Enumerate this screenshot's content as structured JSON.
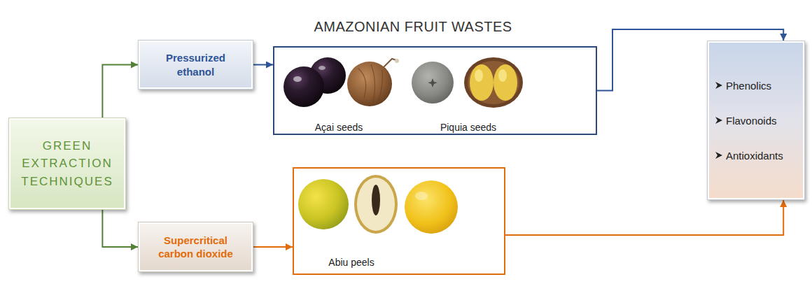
{
  "diagram": {
    "title": "AMAZONIAN FRUIT WASTES",
    "nodes": [
      {
        "text": [
          "GREEN EXTRACTION TECHNIQUES"
        ]
      },
      {
        "text": [
          "Pressurized ethanol"
        ]
      },
      {
        "text": [
          "Supercritical carbon dioxide"
        ]
      },
      {
        "text": [
          "Açai seeds",
          "Piquia seeds"
        ]
      },
      {
        "text": [
          "Abiu peels"
        ]
      },
      {
        "text": [
          "Phenolics",
          "Flavonoids",
          "Antioxidants"
        ]
      }
    ],
    "edges": [
      {
        "from": 0,
        "to": 1,
        "arrow": "to"
      },
      {
        "from": 0,
        "to": 2,
        "arrow": "to"
      },
      {
        "from": 1,
        "to": 3,
        "arrow": "to"
      },
      {
        "from": 2,
        "to": 4,
        "arrow": "to"
      },
      {
        "from": 3,
        "to": 5,
        "arrow": "to"
      },
      {
        "from": 4,
        "to": 5,
        "arrow": "to"
      }
    ]
  }
}
